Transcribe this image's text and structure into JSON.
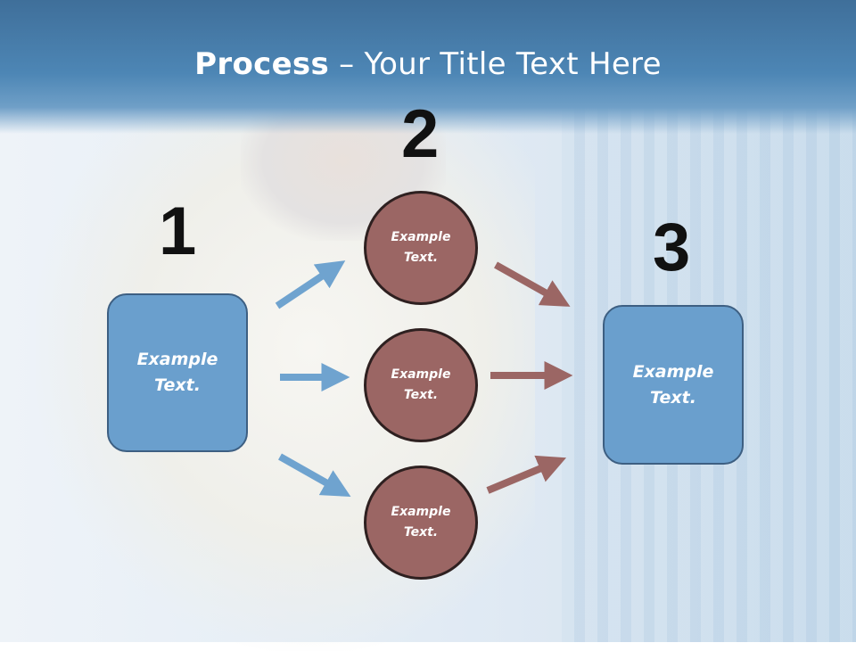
{
  "title": {
    "bold": "Process",
    "rest": " – Your Title Text Here"
  },
  "steps": [
    "1",
    "2",
    "3"
  ],
  "left_box": {
    "label": "Example\nText."
  },
  "circles": [
    {
      "label": "Example\nText."
    },
    {
      "label": "Example\nText."
    },
    {
      "label": "Example\nText."
    }
  ],
  "right_box": {
    "label": "Example\nText."
  },
  "colors": {
    "box_fill": "#6a9fcd",
    "circle_fill": "#9b6664",
    "blue_arrow": "#6fa3cf",
    "red_arrow": "#9b6664"
  }
}
